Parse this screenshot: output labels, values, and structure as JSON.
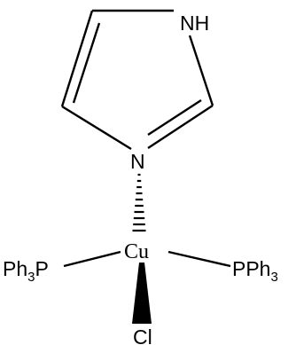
{
  "atoms": {
    "nh": "NH",
    "n": "N",
    "cu": "Cu",
    "cl": "Cl",
    "p_left": "Ph",
    "p_left_sub": "3",
    "p_left_tail": "P",
    "p_right": "PPh",
    "p_right_sub": "3"
  }
}
